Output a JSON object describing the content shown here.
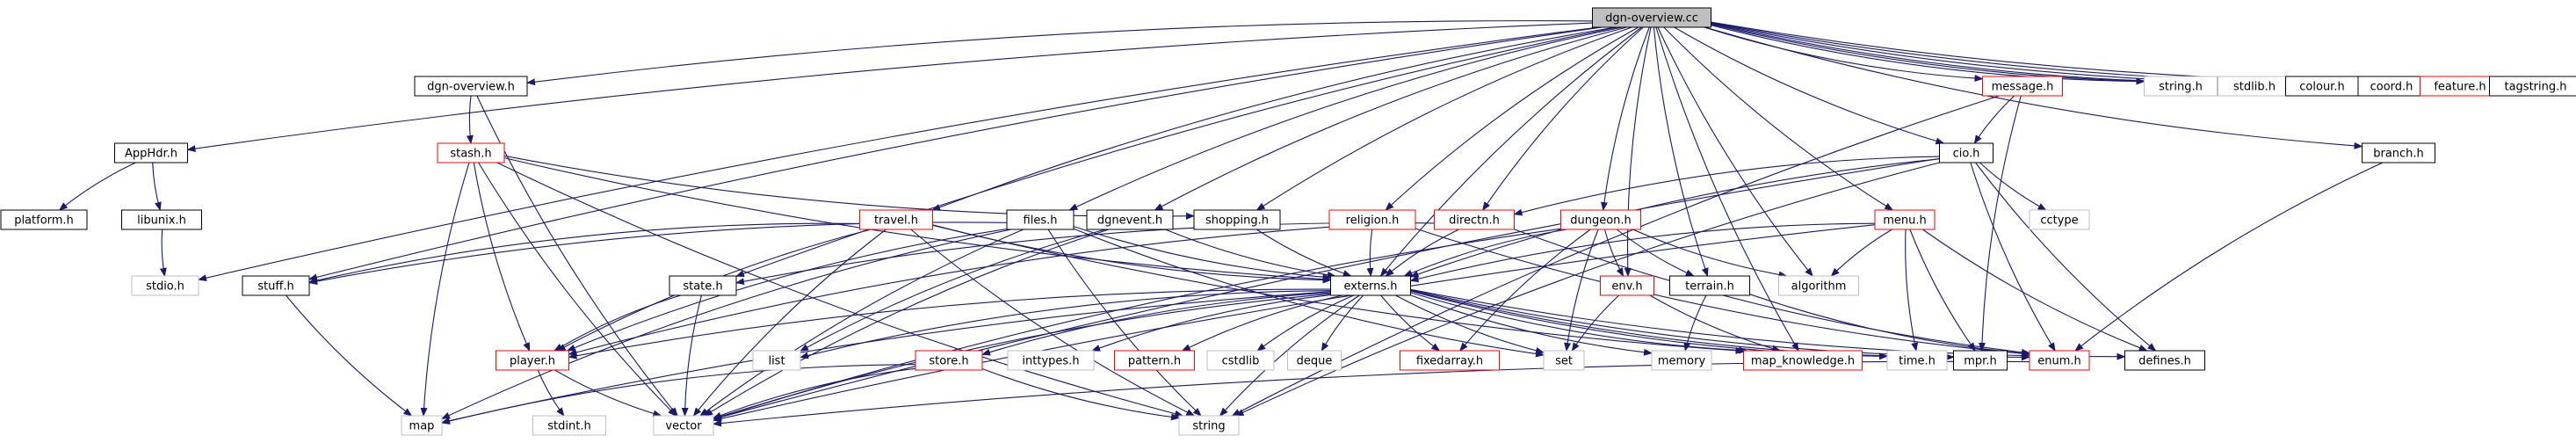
{
  "diagram": {
    "colors": {
      "edge": "#191970",
      "root_fill": "#bfbfbf",
      "border_black": "#000000",
      "border_red": "#ff0000",
      "border_gray": "#bfbfbf",
      "background": "#ffffff"
    },
    "nodes": [
      {
        "id": "root",
        "label": "dgn-overview.cc",
        "style": "root"
      },
      {
        "id": "dgnoverviewh",
        "label": "dgn-overview.h",
        "style": "black"
      },
      {
        "id": "apphdr",
        "label": "AppHdr.h",
        "style": "black"
      },
      {
        "id": "platform",
        "label": "platform.h",
        "style": "black"
      },
      {
        "id": "libunix",
        "label": "libunix.h",
        "style": "black"
      },
      {
        "id": "stdio",
        "label": "stdio.h",
        "style": "gray"
      },
      {
        "id": "stash",
        "label": "stash.h",
        "style": "red"
      },
      {
        "id": "shopping",
        "label": "shopping.h",
        "style": "black"
      },
      {
        "id": "travel",
        "label": "travel.h",
        "style": "red"
      },
      {
        "id": "files",
        "label": "files.h",
        "style": "black"
      },
      {
        "id": "dgnevent",
        "label": "dgnevent.h",
        "style": "black"
      },
      {
        "id": "religion",
        "label": "religion.h",
        "style": "red"
      },
      {
        "id": "directn",
        "label": "directn.h",
        "style": "red"
      },
      {
        "id": "dungeon",
        "label": "dungeon.h",
        "style": "red"
      },
      {
        "id": "message",
        "label": "message.h",
        "style": "red"
      },
      {
        "id": "stringh",
        "label": "string.h",
        "style": "gray"
      },
      {
        "id": "stdlib",
        "label": "stdlib.h",
        "style": "gray"
      },
      {
        "id": "colour",
        "label": "colour.h",
        "style": "black"
      },
      {
        "id": "coord",
        "label": "coord.h",
        "style": "black"
      },
      {
        "id": "feature",
        "label": "feature.h",
        "style": "red"
      },
      {
        "id": "tagstring",
        "label": "tagstring.h",
        "style": "black"
      },
      {
        "id": "cio",
        "label": "cio.h",
        "style": "black"
      },
      {
        "id": "branch",
        "label": "branch.h",
        "style": "black"
      },
      {
        "id": "menu",
        "label": "menu.h",
        "style": "red"
      },
      {
        "id": "cctype",
        "label": "cctype",
        "style": "gray"
      },
      {
        "id": "stuff",
        "label": "stuff.h",
        "style": "black"
      },
      {
        "id": "state",
        "label": "state.h",
        "style": "black"
      },
      {
        "id": "externs",
        "label": "externs.h",
        "style": "black"
      },
      {
        "id": "env",
        "label": "env.h",
        "style": "red"
      },
      {
        "id": "terrain",
        "label": "terrain.h",
        "style": "black"
      },
      {
        "id": "algorithm",
        "label": "algorithm",
        "style": "gray"
      },
      {
        "id": "player",
        "label": "player.h",
        "style": "red"
      },
      {
        "id": "list",
        "label": "list",
        "style": "gray"
      },
      {
        "id": "store",
        "label": "store.h",
        "style": "red"
      },
      {
        "id": "inttypes",
        "label": "inttypes.h",
        "style": "gray"
      },
      {
        "id": "pattern",
        "label": "pattern.h",
        "style": "red"
      },
      {
        "id": "cstdlib",
        "label": "cstdlib",
        "style": "gray"
      },
      {
        "id": "deque",
        "label": "deque",
        "style": "gray"
      },
      {
        "id": "fixedarray",
        "label": "fixedarray.h",
        "style": "red"
      },
      {
        "id": "set",
        "label": "set",
        "style": "gray"
      },
      {
        "id": "memory",
        "label": "memory",
        "style": "gray"
      },
      {
        "id": "mapknow",
        "label": "map_knowledge.h",
        "style": "red"
      },
      {
        "id": "timeh",
        "label": "time.h",
        "style": "gray"
      },
      {
        "id": "mpr",
        "label": "mpr.h",
        "style": "black"
      },
      {
        "id": "enumh",
        "label": "enum.h",
        "style": "red"
      },
      {
        "id": "defines",
        "label": "defines.h",
        "style": "black"
      },
      {
        "id": "map",
        "label": "map",
        "style": "gray"
      },
      {
        "id": "stdint",
        "label": "stdint.h",
        "style": "gray"
      },
      {
        "id": "vector",
        "label": "vector",
        "style": "gray"
      },
      {
        "id": "string",
        "label": "string",
        "style": "gray"
      }
    ],
    "edges": [
      [
        "root",
        "dgnoverviewh"
      ],
      [
        "root",
        "apphdr"
      ],
      [
        "root",
        "stdio"
      ],
      [
        "root",
        "stuff"
      ],
      [
        "root",
        "state"
      ],
      [
        "root",
        "travel"
      ],
      [
        "root",
        "files"
      ],
      [
        "root",
        "dgnevent"
      ],
      [
        "root",
        "shopping"
      ],
      [
        "root",
        "religion"
      ],
      [
        "root",
        "externs"
      ],
      [
        "root",
        "directn"
      ],
      [
        "root",
        "dungeon"
      ],
      [
        "root",
        "env"
      ],
      [
        "root",
        "terrain"
      ],
      [
        "root",
        "mapknow"
      ],
      [
        "root",
        "algorithm"
      ],
      [
        "root",
        "menu"
      ],
      [
        "root",
        "cio"
      ],
      [
        "root",
        "message"
      ],
      [
        "root",
        "stringh"
      ],
      [
        "root",
        "stdlib"
      ],
      [
        "root",
        "colour"
      ],
      [
        "root",
        "coord"
      ],
      [
        "root",
        "feature"
      ],
      [
        "root",
        "tagstring"
      ],
      [
        "root",
        "branch"
      ],
      [
        "dgnoverviewh",
        "stash"
      ],
      [
        "dgnoverviewh",
        "vector"
      ],
      [
        "apphdr",
        "platform"
      ],
      [
        "apphdr",
        "libunix"
      ],
      [
        "libunix",
        "stdio"
      ],
      [
        "stash",
        "shopping"
      ],
      [
        "stash",
        "externs"
      ],
      [
        "stash",
        "player"
      ],
      [
        "stash",
        "map"
      ],
      [
        "stash",
        "vector"
      ],
      [
        "stash",
        "string"
      ],
      [
        "shopping",
        "externs"
      ],
      [
        "travel",
        "stuff"
      ],
      [
        "travel",
        "externs"
      ],
      [
        "travel",
        "player"
      ],
      [
        "travel",
        "mapknow"
      ],
      [
        "travel",
        "vector"
      ],
      [
        "travel",
        "string"
      ],
      [
        "files",
        "stuff"
      ],
      [
        "files",
        "externs"
      ],
      [
        "files",
        "player"
      ],
      [
        "files",
        "set"
      ],
      [
        "files",
        "vector"
      ],
      [
        "files",
        "string"
      ],
      [
        "files",
        "map"
      ],
      [
        "dgnevent",
        "externs"
      ],
      [
        "dgnevent",
        "vector"
      ],
      [
        "dgnevent",
        "list"
      ],
      [
        "religion",
        "externs"
      ],
      [
        "religion",
        "player"
      ],
      [
        "religion",
        "enumh"
      ],
      [
        "directn",
        "externs"
      ],
      [
        "directn",
        "state"
      ],
      [
        "directn",
        "enumh"
      ],
      [
        "dungeon",
        "externs"
      ],
      [
        "dungeon",
        "env"
      ],
      [
        "dungeon",
        "terrain"
      ],
      [
        "dungeon",
        "fixedarray"
      ],
      [
        "dungeon",
        "set"
      ],
      [
        "dungeon",
        "vector"
      ],
      [
        "dungeon",
        "algorithm"
      ],
      [
        "message",
        "cio"
      ],
      [
        "message",
        "mpr"
      ],
      [
        "message",
        "string"
      ],
      [
        "cio",
        "cctype"
      ],
      [
        "cio",
        "externs"
      ],
      [
        "cio",
        "directn"
      ],
      [
        "cio",
        "enumh"
      ],
      [
        "cio",
        "defines"
      ],
      [
        "cio",
        "vector"
      ],
      [
        "cio",
        "string"
      ],
      [
        "branch",
        "enumh"
      ],
      [
        "menu",
        "externs"
      ],
      [
        "menu",
        "algorithm"
      ],
      [
        "menu",
        "timeh"
      ],
      [
        "menu",
        "defines"
      ],
      [
        "menu",
        "vector"
      ],
      [
        "menu",
        "mpr"
      ],
      [
        "stuff",
        "map"
      ],
      [
        "state",
        "player"
      ],
      [
        "state",
        "vector"
      ],
      [
        "externs",
        "list"
      ],
      [
        "externs",
        "map"
      ],
      [
        "externs",
        "store"
      ],
      [
        "externs",
        "inttypes"
      ],
      [
        "externs",
        "pattern"
      ],
      [
        "externs",
        "cstdlib"
      ],
      [
        "externs",
        "deque"
      ],
      [
        "externs",
        "fixedarray"
      ],
      [
        "externs",
        "set"
      ],
      [
        "externs",
        "memory"
      ],
      [
        "externs",
        "mapknow"
      ],
      [
        "externs",
        "timeh"
      ],
      [
        "externs",
        "mpr"
      ],
      [
        "externs",
        "enumh"
      ],
      [
        "externs",
        "defines"
      ],
      [
        "externs",
        "vector"
      ],
      [
        "externs",
        "string"
      ],
      [
        "externs",
        "player"
      ],
      [
        "env",
        "set"
      ],
      [
        "env",
        "mapknow"
      ],
      [
        "terrain",
        "memory"
      ],
      [
        "terrain",
        "enumh"
      ],
      [
        "player",
        "stdint"
      ],
      [
        "player",
        "vector"
      ],
      [
        "store",
        "map"
      ],
      [
        "store",
        "vector"
      ],
      [
        "store",
        "string"
      ],
      [
        "enumh",
        "vector"
      ]
    ]
  }
}
